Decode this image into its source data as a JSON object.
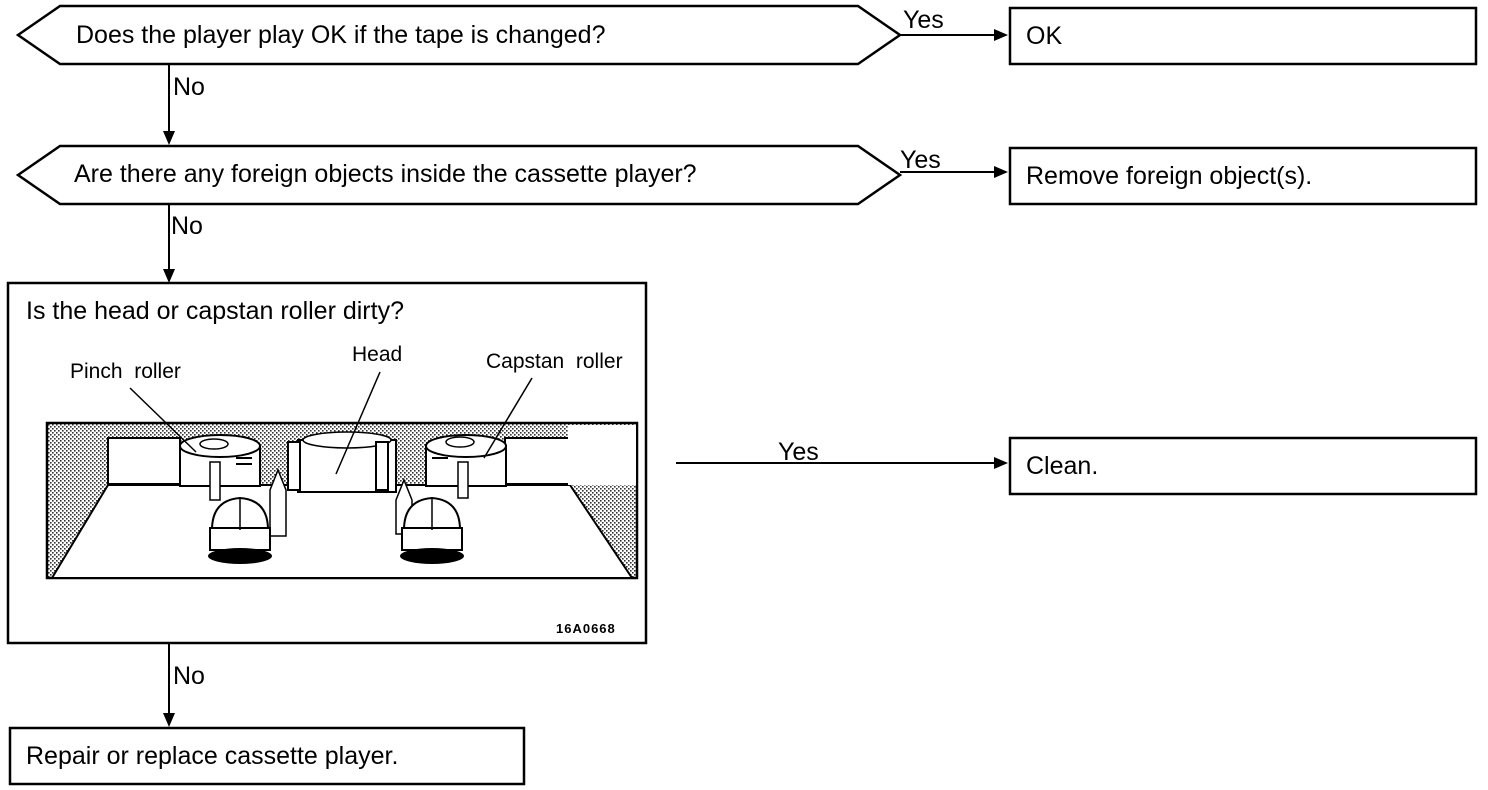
{
  "decisions": {
    "q1": "Does the player play OK if the tape is changed?",
    "q2": "Are there any foreign objects inside the cassette player?",
    "q3": "Is the head or capstan roller dirty?"
  },
  "results": {
    "r1": "OK",
    "r2": "Remove foreign object(s).",
    "r3": "Clean.",
    "r4": "Repair or replace cassette player."
  },
  "edges": {
    "yes": "Yes",
    "no": "No"
  },
  "illustration": {
    "pinch_roller": "Pinch  roller",
    "head": "Head",
    "capstan_roller": "Capstan  roller",
    "code": "16A0668"
  }
}
